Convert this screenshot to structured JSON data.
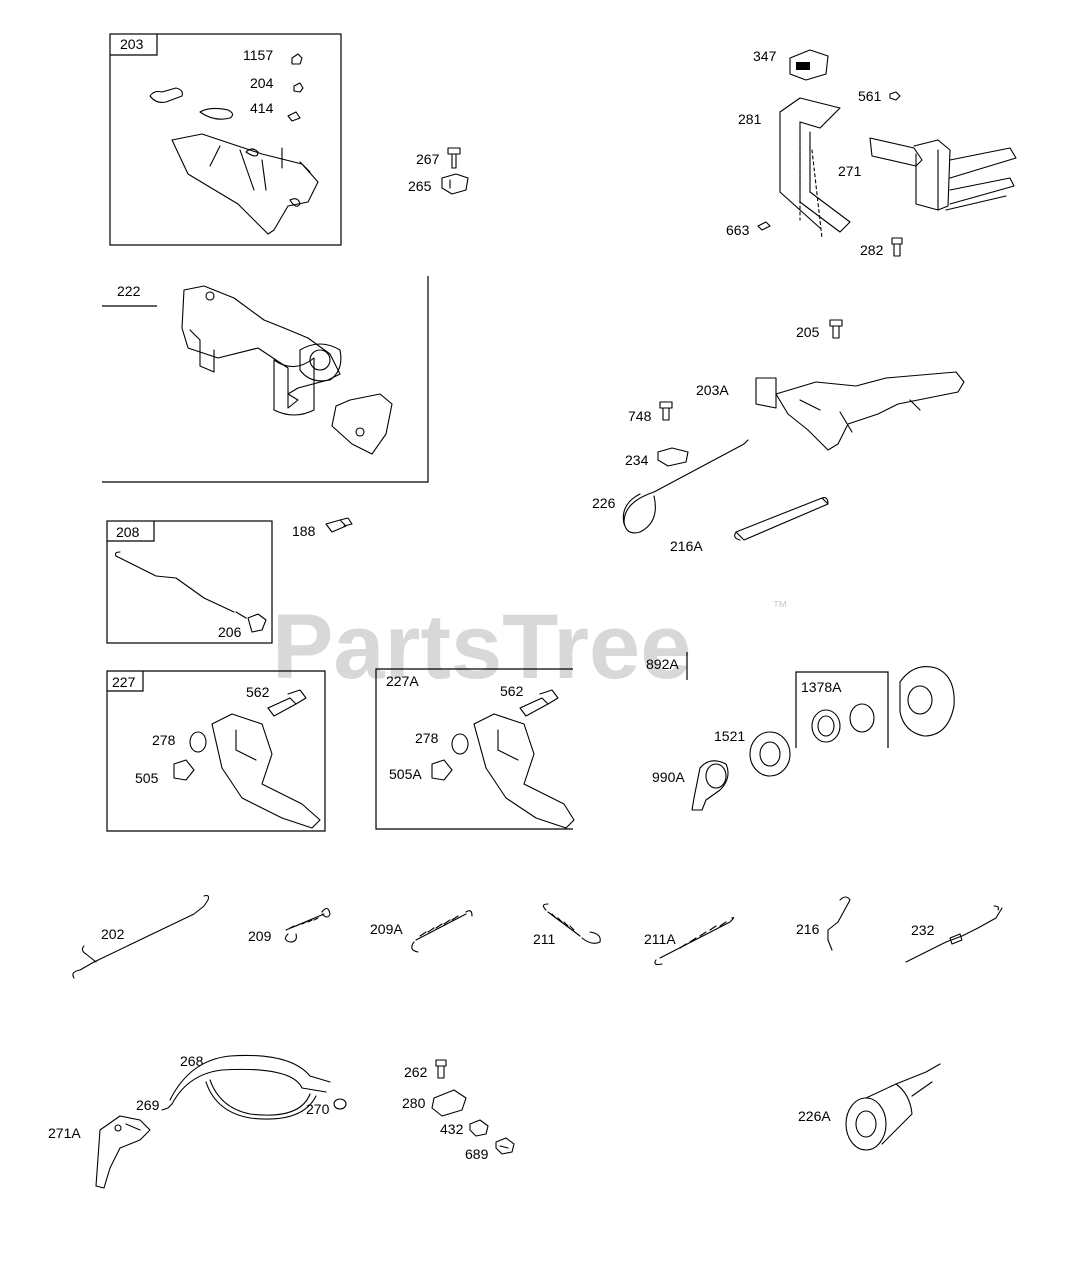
{
  "watermark": {
    "text": "PartsTree",
    "trademark": "™"
  },
  "part_numbers": {
    "p203": "203",
    "p1157": "1157",
    "p204": "204",
    "p414": "414",
    "p267": "267",
    "p265": "265",
    "p347": "347",
    "p561": "561",
    "p281": "281",
    "p271": "271",
    "p663": "663",
    "p282": "282",
    "p222": "222",
    "p205": "205",
    "p203A": "203A",
    "p748": "748",
    "p234": "234",
    "p226": "226",
    "p216A": "216A",
    "p208": "208",
    "p206": "206",
    "p188": "188",
    "p227": "227",
    "p562a": "562",
    "p278a": "278",
    "p505": "505",
    "p227A": "227A",
    "p562b": "562",
    "p278b": "278",
    "p505A": "505A",
    "p892A": "892A",
    "p1378A": "1378A",
    "p1521": "1521",
    "p990A": "990A",
    "p202": "202",
    "p209": "209",
    "p209A": "209A",
    "p211": "211",
    "p211A": "211A",
    "p216": "216",
    "p232": "232",
    "p268": "268",
    "p269": "269",
    "p270": "270",
    "p271A": "271A",
    "p262": "262",
    "p280": "280",
    "p432": "432",
    "p689": "689",
    "p226A": "226A"
  }
}
